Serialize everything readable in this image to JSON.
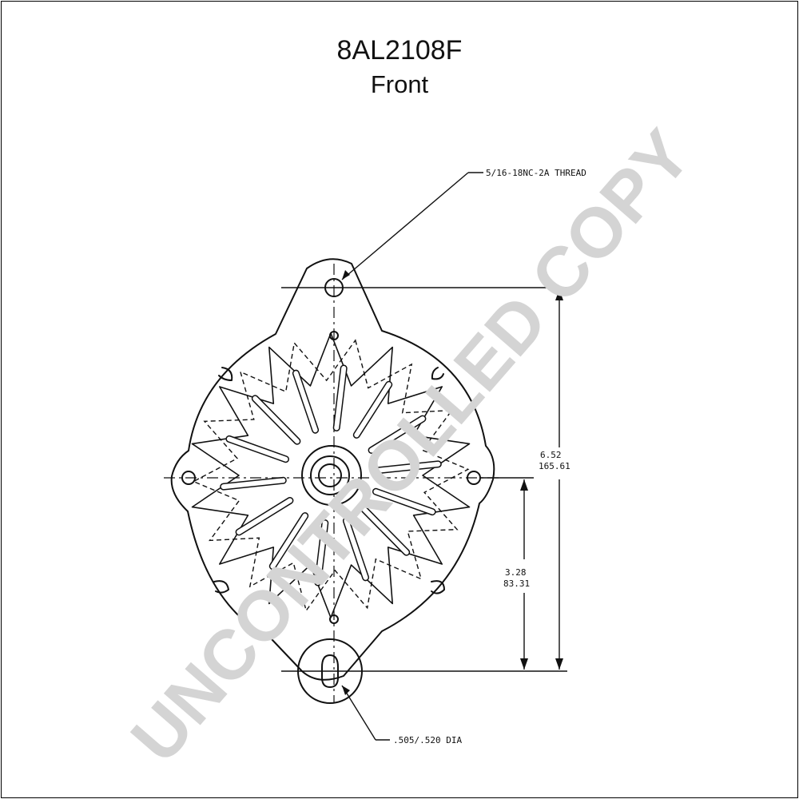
{
  "drawing": {
    "part_number": "8AL2108F",
    "view": "Front"
  },
  "callouts": {
    "thread": "5/16-18NC-2A THREAD",
    "hole_dia": ".505/.520 DIA"
  },
  "dimensions": {
    "overall_in": "6.52",
    "overall_mm": "165.61",
    "center_in": "3.28",
    "center_mm": "83.31"
  },
  "watermark": "UNCONTROLLED COPY"
}
